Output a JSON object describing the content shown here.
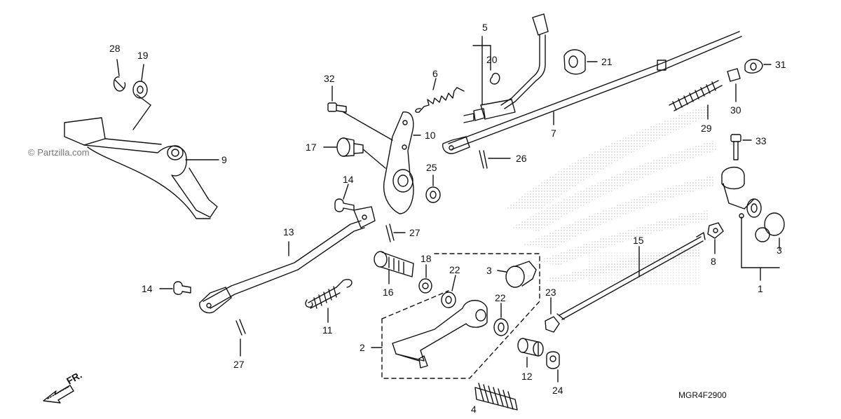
{
  "watermark": "© Partzilla.com",
  "diagram_code": "MGR4F2900",
  "direction_label": "FR.",
  "callouts": {
    "c1": "1",
    "c2": "2",
    "c3a": "3",
    "c3b": "3",
    "c4": "4",
    "c5": "5",
    "c6": "6",
    "c7": "7",
    "c8": "8",
    "c9": "9",
    "c10": "10",
    "c11": "11",
    "c12": "12",
    "c13": "13",
    "c14a": "14",
    "c14b": "14",
    "c15": "15",
    "c16": "16",
    "c17": "17",
    "c18": "18",
    "c19": "19",
    "c20": "20",
    "c21": "21",
    "c22a": "22",
    "c22b": "22",
    "c23": "23",
    "c24": "24",
    "c25": "25",
    "c26": "26",
    "c27a": "27",
    "c27b": "27",
    "c28": "28",
    "c29": "29",
    "c30": "30",
    "c31": "31",
    "c32": "32",
    "c33": "33"
  }
}
